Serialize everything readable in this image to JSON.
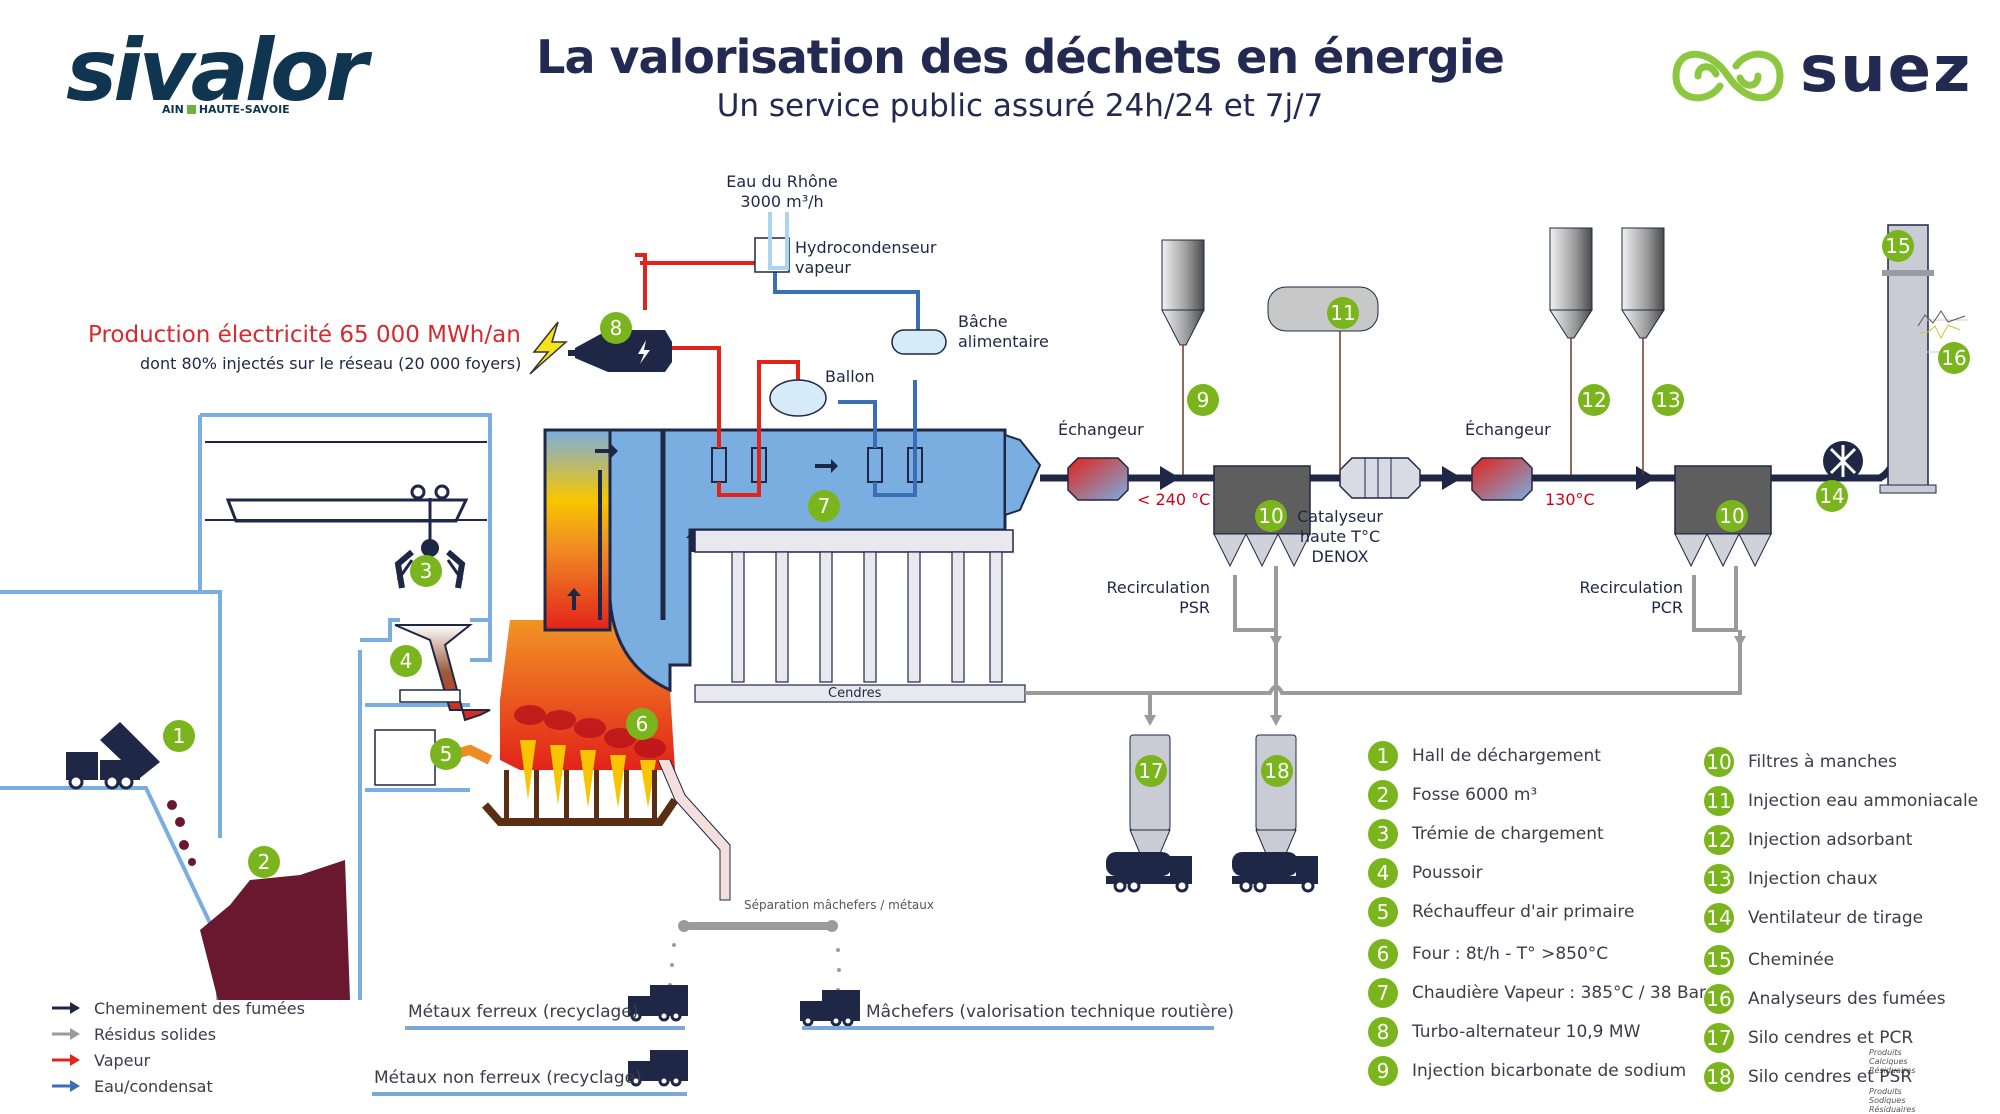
{
  "header": {
    "title": "La valorisation des déchets en énergie",
    "subtitle": "Un service public assuré 24h/24 et 7j/7",
    "logo_left": "sivalor",
    "logo_left_sub_a": "AIN",
    "logo_left_sub_b": "HAUTE-SAVOIE",
    "logo_right": "suez"
  },
  "electricity": {
    "title": "Production électricité 65 000 MWh/an",
    "subtitle": "dont 80% injectés sur le réseau (20 000 foyers)",
    "icon": "lightning-bolt-icon"
  },
  "diagram_labels": {
    "eau_rhone": "Eau du Rhône",
    "eau_rhone_flow": "3000 m³/h",
    "hydrocondenseur": "Hydrocondenseur",
    "hydrocondenseur_2": "vapeur",
    "bache": "Bâche",
    "bache_2": "alimentaire",
    "ballon": "Ballon",
    "echangeur_1": "Échangeur",
    "echangeur_2": "Échangeur",
    "temp_1": "< 240 °C",
    "temp_2": "130°C",
    "catalyseur_1": "Catalyseur",
    "catalyseur_2": "haute T°C",
    "catalyseur_3": "DENOX",
    "recirc_psr_1": "Recirculation",
    "recirc_psr_2": "PSR",
    "recirc_pcr_1": "Recirculation",
    "recirc_pcr_2": "PCR",
    "cendres": "Cendres",
    "separation": "Séparation mâchefers / métaux"
  },
  "badges": [
    "1",
    "2",
    "3",
    "4",
    "5",
    "6",
    "7",
    "8",
    "9",
    "10",
    "11",
    "12",
    "13",
    "14",
    "15",
    "16",
    "17",
    "18"
  ],
  "outputs": {
    "ferreux": "Métaux ferreux (recyclage)",
    "non_ferreux": "Métaux non ferreux (recyclage)",
    "machefers": "Mâchefers (valorisation technique routière)"
  },
  "flow_legend": [
    {
      "label": "Cheminement des fumées",
      "color": "#1f2747"
    },
    {
      "label": "Résidus solides",
      "color": "#9b9b9b"
    },
    {
      "label": "Vapeur",
      "color": "#e2231a"
    },
    {
      "label": "Eau/condensat",
      "color": "#3a6fb5"
    }
  ],
  "legend": [
    {
      "num": "1",
      "label": "Hall de déchargement"
    },
    {
      "num": "2",
      "label": "Fosse 6000 m³"
    },
    {
      "num": "3",
      "label": "Trémie de chargement"
    },
    {
      "num": "4",
      "label": "Poussoir"
    },
    {
      "num": "5",
      "label": "Réchauffeur d'air primaire"
    },
    {
      "num": "6",
      "label": "Four : 8t/h  - T° >850°C"
    },
    {
      "num": "7",
      "label": "Chaudière Vapeur : 385°C / 38 Bars"
    },
    {
      "num": "8",
      "label": "Turbo-alternateur 10,9 MW"
    },
    {
      "num": "9",
      "label": "Injection bicarbonate de sodium"
    },
    {
      "num": "10",
      "label": "Filtres à manches"
    },
    {
      "num": "11",
      "label": "Injection eau ammoniacale"
    },
    {
      "num": "12",
      "label": "Injection adsorbant"
    },
    {
      "num": "13",
      "label": "Injection chaux"
    },
    {
      "num": "14",
      "label": "Ventilateur de tirage"
    },
    {
      "num": "15",
      "label": "Cheminée"
    },
    {
      "num": "16",
      "label": "Analyseurs des fumées"
    },
    {
      "num": "17",
      "label": "Silo cendres et PCR",
      "note": "Produits Calciques Résiduaires"
    },
    {
      "num": "18",
      "label": "Silo cendres et PSR",
      "note": "Produits Sodiques Résiduaires"
    }
  ]
}
